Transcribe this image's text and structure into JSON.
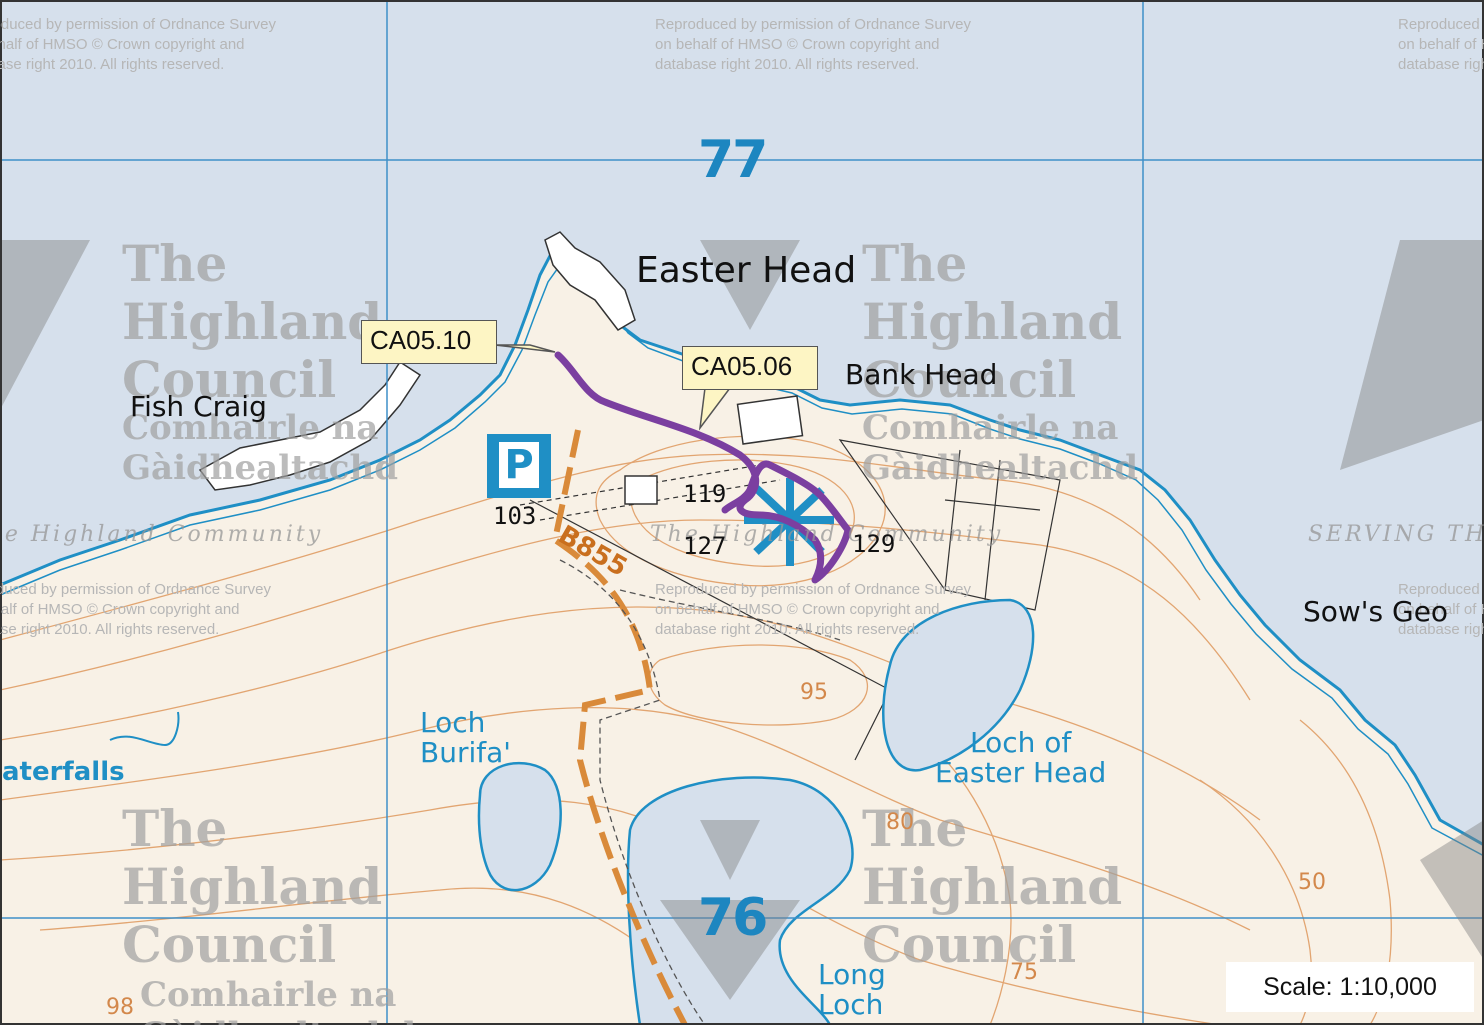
{
  "map": {
    "copyright_notice": "Reproduced by permission of Ordnance Survey\non behalf of HMSO © Crown copyright and\ndatabase right 2010. All rights reserved.",
    "watermark_council": "The\nHighland\nCouncil",
    "watermark_gaelic": "Comhairle na\nGàidhealtachd",
    "watermark_serving": "SERVING THE HIGHLAND COMMUNITY",
    "watermark_community": "The Highland Community",
    "grid_labels": {
      "north_77": "77",
      "north_76": "76"
    },
    "place_names": {
      "easter_head": "Easter Head",
      "bank_head": "Bank Head",
      "fish_craig": "Fish Craig",
      "sows_geo": "Sow's Geo",
      "waterfalls": "aterfalls"
    },
    "water_names": {
      "loch_burifa": "Loch\nBurifa'",
      "loch_of_easter_head": "Loch of\nEaster Head",
      "long_loch": "Long\nLoch"
    },
    "spot_heights": {
      "h103": "103",
      "h119": "119",
      "h127": "127",
      "h129": "129"
    },
    "contour_labels": {
      "c95": "95",
      "c80": "80",
      "c50": "50",
      "c75": "75",
      "c98": "98"
    },
    "road_number": "B855",
    "parking_symbol": "P",
    "callouts": {
      "ca0510": "CA05.10",
      "ca0506": "CA05.06"
    },
    "scale": "Scale: 1:10,000",
    "colors": {
      "sea": "#d6e0ec",
      "land": "#f8f1e6",
      "contour": "#e2a571",
      "water": "#1f8fc5",
      "route": "#7b3fa0",
      "road": "#d98a3a"
    }
  }
}
